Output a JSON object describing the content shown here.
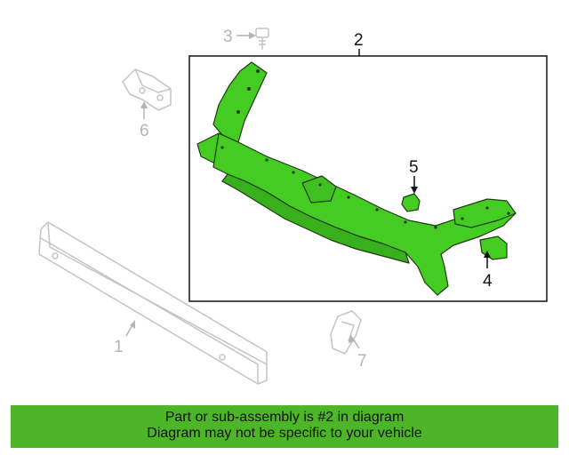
{
  "callouts": {
    "c1": "1",
    "c2": "2",
    "c3": "3",
    "c4": "4",
    "c5": "5",
    "c6": "6",
    "c7": "7"
  },
  "banner": {
    "line1": "Part or sub-assembly is #2 in diagram",
    "line2": "Diagram may not be specific to your vehicle"
  },
  "colors": {
    "highlight": "#4db528",
    "part_fill": "#44cc22",
    "ghost_part": "#c4c4c4"
  }
}
